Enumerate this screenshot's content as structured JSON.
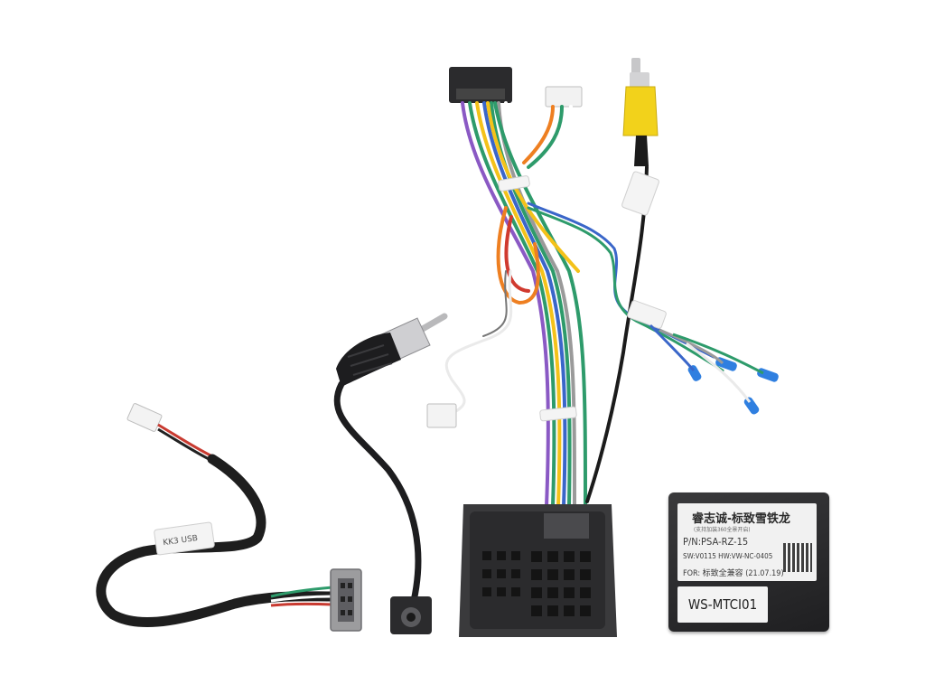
{
  "image": {
    "description_colors": {
      "background": "#ffffff",
      "connector_black": "#2b2b2d",
      "connector_white": "#f2f2f2",
      "rca_yellow": "#f2d21b",
      "wire_colors": [
        "#8a59c4",
        "#2e9b6b",
        "#f4c21a",
        "#ee7f21",
        "#3a66c9",
        "#d03a2f",
        "#9a9a9a",
        "#ffffff",
        "#1b1b1b"
      ]
    }
  },
  "labels": {
    "usb_sleeve": "KK3 USB",
    "wire_tag_1": "",
    "decoder": {
      "brand_line": "睿志诚-标致雪铁龙",
      "sub_line": "(支持加装360全景开启)",
      "pn_line": "P/N:PSA-RZ-15",
      "sw_line": "SW:V0115 HW:VW-NC-0405",
      "for_line": "FOR: 标致全兼容 (21.07.19)",
      "model": "WS-MTCI01"
    }
  }
}
